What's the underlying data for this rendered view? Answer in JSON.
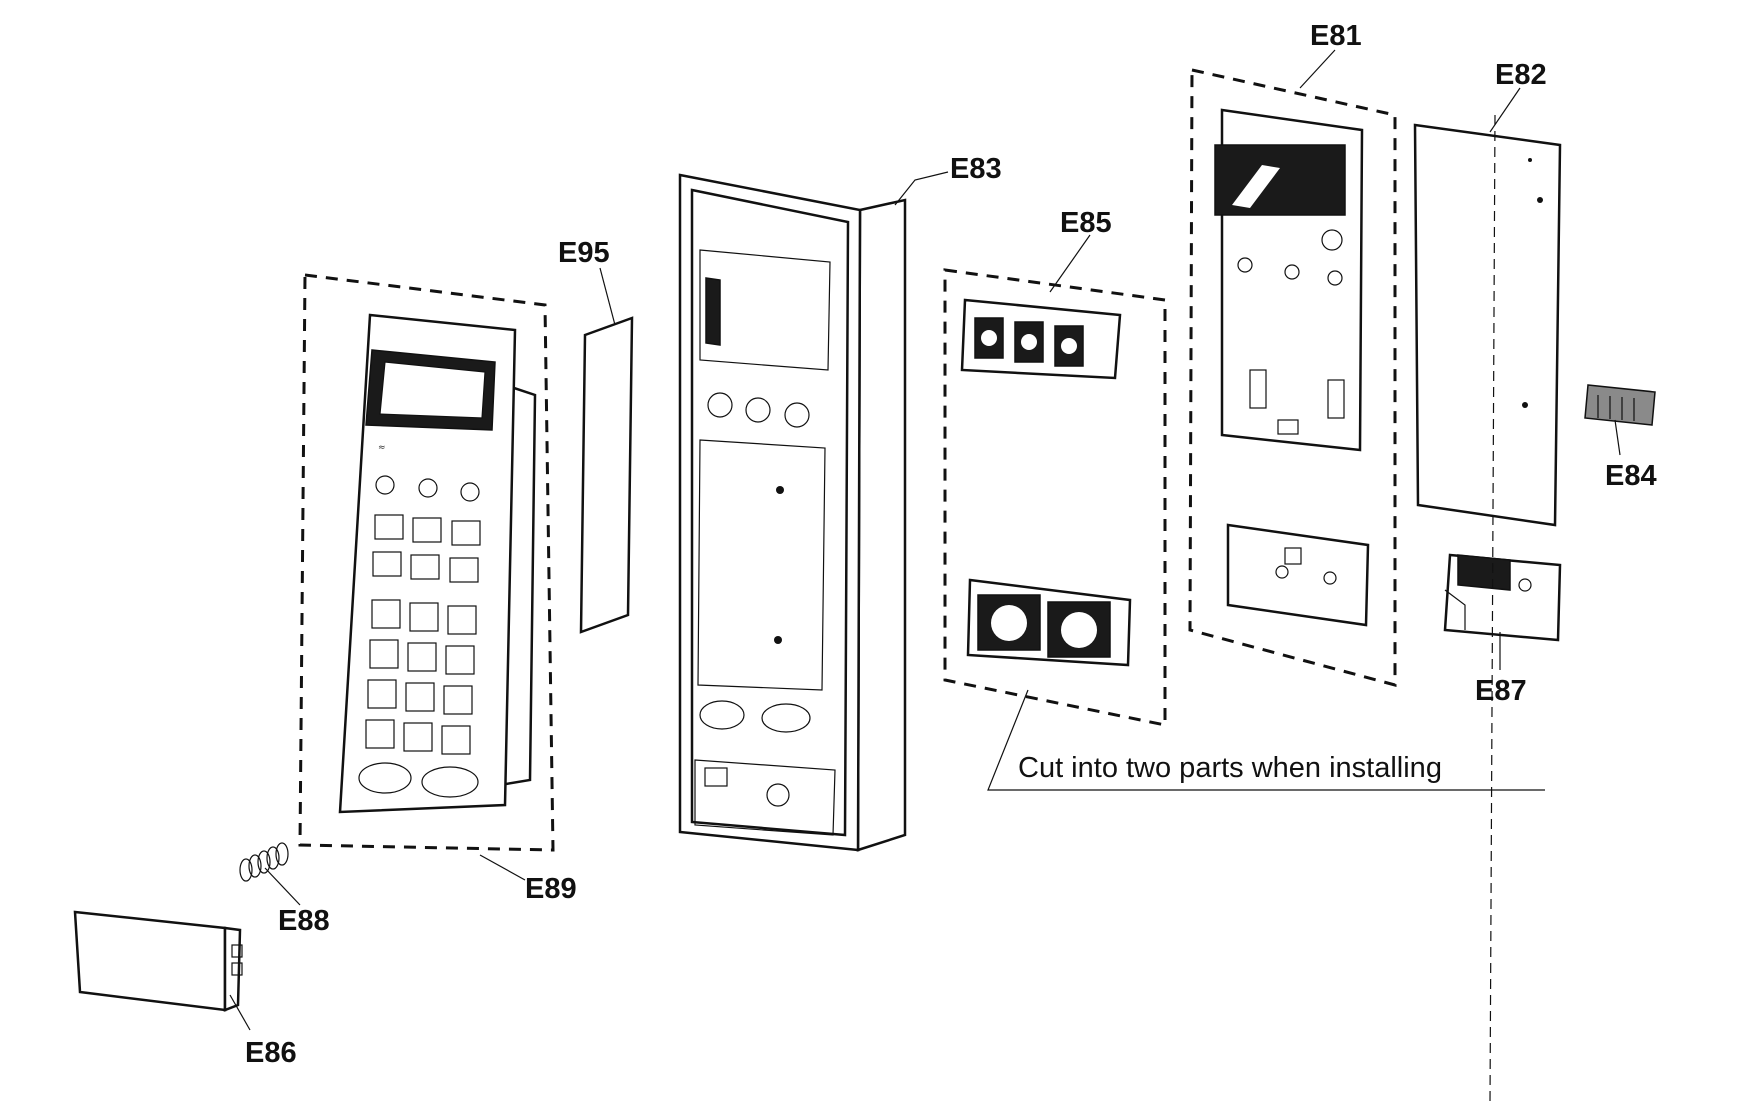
{
  "parts": {
    "e81": "E81",
    "e82": "E82",
    "e83": "E83",
    "e84": "E84",
    "e85": "E85",
    "e86": "E86",
    "e87": "E87",
    "e88": "E88",
    "e89": "E89",
    "e95": "E95"
  },
  "note": "Cut into two parts when installing",
  "colors": {
    "line": "#111111",
    "background": "#ffffff"
  }
}
